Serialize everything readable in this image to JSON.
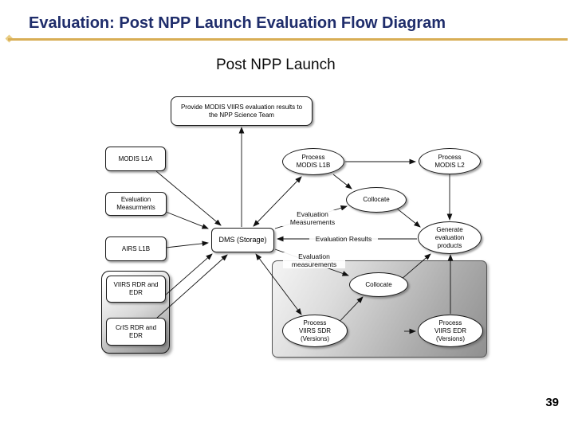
{
  "slide": {
    "title": "Evaluation: Post NPP Launch Evaluation Flow Diagram",
    "subtitle": "Post NPP Launch",
    "page_number": "39",
    "colors": {
      "title_text": "#1f2d6b",
      "accent_rule": "#d8ae55",
      "node_fill": "#ffffff",
      "node_border": "#1a1a1a"
    }
  },
  "diagram": {
    "nodes": {
      "provide_results": "Provide MODIS VIIRS evaluation results to\nthe NPP Science Team",
      "modis_l1a": "MODIS L1A",
      "evaluation_measurments": "Evaluation\nMeasurments",
      "airs_l1b": "AIRS L1B",
      "viirs_rdr_edr": "VIIRS RDR and\nEDR",
      "cris_rdr_edr": "CrIS RDR and\nEDR",
      "dms_storage": "DMS (Storage)",
      "process_modis_l1b": "Process\nMODIS L1B",
      "process_modis_l2": "Process\nMODIS L2",
      "collocate_upper": "Collocate",
      "generate_evaluation_products": "Generate\nevaluation\nproducts",
      "collocate_lower": "Collocate",
      "process_viirs_sdr": "Process\nVIIRS SDR\n(Versions)",
      "process_viirs_edr": "Process\nVIIRS EDR\n(Versions)"
    },
    "labels": {
      "evaluation_measurements_upper": "Evaluation\nMeasurements",
      "evaluation_results": "Evaluation Results",
      "evaluation_measurements_lower": "Evaluation\nmeasurements"
    }
  }
}
